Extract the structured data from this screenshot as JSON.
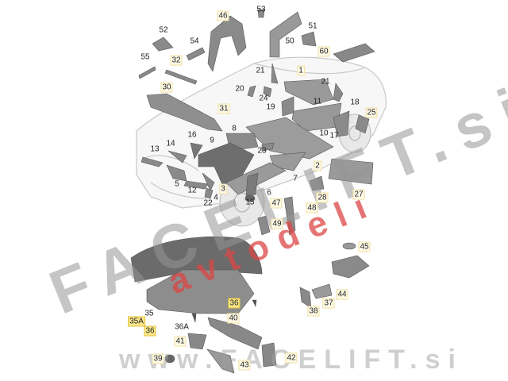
{
  "diagram": {
    "title": "Insulation / sound deadening parts",
    "labels": [
      {
        "text": "46",
        "style": "box"
      },
      {
        "text": "53",
        "style": "plain"
      },
      {
        "text": "52",
        "style": "plain"
      },
      {
        "text": "54",
        "style": "plain"
      },
      {
        "text": "50",
        "style": "plain"
      },
      {
        "text": "51",
        "style": "plain"
      },
      {
        "text": "60",
        "style": "box"
      },
      {
        "text": "55",
        "style": "plain"
      },
      {
        "text": "32",
        "style": "box"
      },
      {
        "text": "30",
        "style": "box"
      },
      {
        "text": "21",
        "style": "plain"
      },
      {
        "text": "1",
        "style": "box"
      },
      {
        "text": "21",
        "style": "plain"
      },
      {
        "text": "20",
        "style": "plain"
      },
      {
        "text": "24",
        "style": "plain"
      },
      {
        "text": "31",
        "style": "box"
      },
      {
        "text": "19",
        "style": "plain"
      },
      {
        "text": "11",
        "style": "plain"
      },
      {
        "text": "18",
        "style": "plain"
      },
      {
        "text": "25",
        "style": "box"
      },
      {
        "text": "10",
        "style": "plain"
      },
      {
        "text": "17",
        "style": "plain"
      },
      {
        "text": "8",
        "style": "plain"
      },
      {
        "text": "16",
        "style": "plain"
      },
      {
        "text": "9",
        "style": "plain"
      },
      {
        "text": "14",
        "style": "plain"
      },
      {
        "text": "13",
        "style": "plain"
      },
      {
        "text": "23",
        "style": "plain"
      },
      {
        "text": "2",
        "style": "box"
      },
      {
        "text": "7",
        "style": "plain"
      },
      {
        "text": "5",
        "style": "plain"
      },
      {
        "text": "12",
        "style": "plain"
      },
      {
        "text": "3",
        "style": "box"
      },
      {
        "text": "6",
        "style": "plain"
      },
      {
        "text": "15",
        "style": "plain"
      },
      {
        "text": "22",
        "style": "plain"
      },
      {
        "text": "4",
        "style": "plain"
      },
      {
        "text": "28",
        "style": "box"
      },
      {
        "text": "27",
        "style": "box"
      },
      {
        "text": "47",
        "style": "box"
      },
      {
        "text": "48",
        "style": "box"
      },
      {
        "text": "49",
        "style": "box"
      },
      {
        "text": "45",
        "style": "box"
      },
      {
        "text": "44",
        "style": "box"
      },
      {
        "text": "37",
        "style": "box"
      },
      {
        "text": "38",
        "style": "box"
      },
      {
        "text": "36",
        "style": "hl"
      },
      {
        "text": "35",
        "style": "plain"
      },
      {
        "text": "35A",
        "style": "hl"
      },
      {
        "text": "36",
        "style": "hl"
      },
      {
        "text": "36A",
        "style": "plain"
      },
      {
        "text": "40",
        "style": "box"
      },
      {
        "text": "41",
        "style": "box"
      },
      {
        "text": "39",
        "style": "box"
      },
      {
        "text": "42",
        "style": "box"
      },
      {
        "text": "43",
        "style": "box"
      }
    ]
  },
  "watermark": {
    "main": "FACELIFT.si",
    "sub": "avtodeli",
    "url": "www.FACELIFT.si"
  },
  "colors": {
    "part": "#8a8a8a",
    "part_dark": "#5e5e5e",
    "outline": "#c8c8c8",
    "label_box": "#fffbe8",
    "label_highlight": "#fbe88a"
  }
}
